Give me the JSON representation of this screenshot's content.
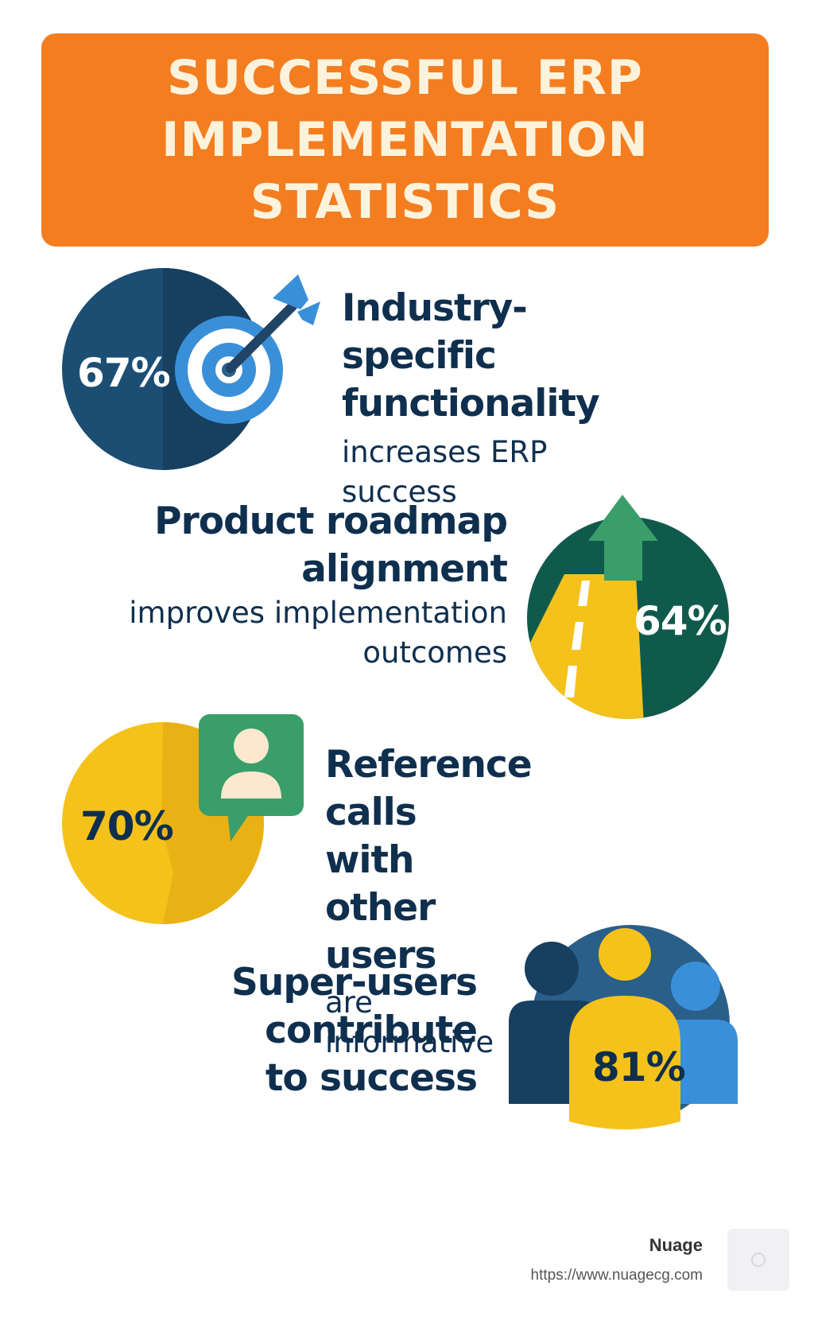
{
  "header": {
    "title_lines": [
      "SUCCESSFUL ERP",
      "IMPLEMENTATION",
      "STATISTICS"
    ],
    "color": "#f47d20"
  },
  "stats": [
    {
      "value": "67%",
      "headline": [
        "Industry-specific",
        "functionality"
      ],
      "sub": [
        "increases ERP success"
      ],
      "icon": "target-arrow-icon",
      "color": "#1c4e74"
    },
    {
      "value": "64%",
      "headline": [
        "Product roadmap",
        "alignment"
      ],
      "sub": [
        "improves implementation",
        "outcomes"
      ],
      "icon": "road-up-arrow-icon",
      "color": "#0f5a4c"
    },
    {
      "value": "70%",
      "headline": [
        "Reference calls",
        "with other users"
      ],
      "sub": [
        "are informative"
      ],
      "icon": "user-chat-bubble-icon",
      "color": "#f5c21b"
    },
    {
      "value": "81%",
      "headline": [
        "Super-users",
        "contribute",
        "to success"
      ],
      "sub": [],
      "icon": "user-group-icon",
      "color": "#2a5f8a"
    }
  ],
  "footer": {
    "brand": "Nuage",
    "url": "https://www.nuagecg.com"
  }
}
